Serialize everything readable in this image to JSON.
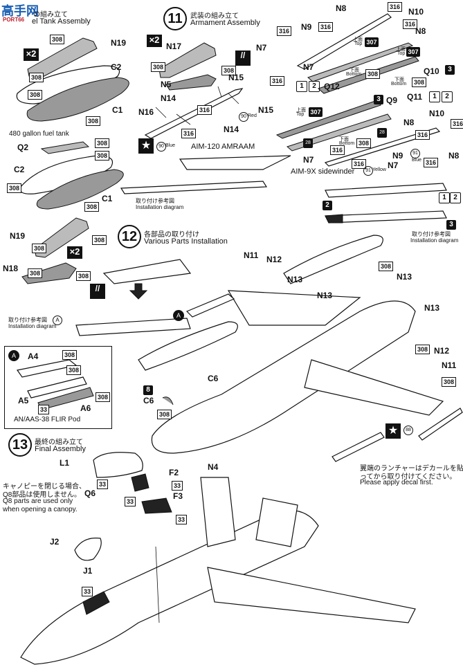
{
  "watermark": {
    "text": "高手网",
    "sub": "PORT66"
  },
  "steps": {
    "fuel": {
      "jp": "の組み立て",
      "en": "el Tank Assembly",
      "caption": "480 gallon fuel tank"
    },
    "s11": {
      "num": "11",
      "jp": "武装の組み立て",
      "en": "Armament Assembly"
    },
    "s12": {
      "num": "12",
      "jp": "各部品の取り付け",
      "en": "Various Parts Installation"
    },
    "s13": {
      "num": "13",
      "jp": "最終の組み立て",
      "en": "Final Assembly"
    }
  },
  "multipliers": {
    "x2": "×2"
  },
  "parts": {
    "N19": "N19",
    "C2": "C2",
    "C1": "C1",
    "Q2": "Q2",
    "N18": "N18",
    "N17": "N17",
    "N5": "N5",
    "N15": "N15",
    "N14": "N14",
    "N16": "N16",
    "N8": "N8",
    "N10": "N10",
    "N9": "N9",
    "N7": "N7",
    "Q10": "Q10",
    "Q12": "Q12",
    "Q9": "Q9",
    "Q11": "Q11",
    "N11": "N11",
    "N12": "N12",
    "N13": "N13",
    "A": "A",
    "A4": "A4",
    "A5": "A5",
    "A6": "A6",
    "C6": "C6",
    "L1": "L1",
    "Q6": "Q6",
    "F2": "F2",
    "F3": "F3",
    "N4": "N4",
    "J2": "J2",
    "J1": "J1"
  },
  "colors": {
    "c308": "308",
    "c316": "316",
    "c307": "307",
    "c28": "28",
    "c33": "33",
    "c8": "8",
    "c90": "90",
    "c91": "91",
    "c88": "88"
  },
  "captions": {
    "amraam": "AIM-120 AMRAAM",
    "sidewinder": "AIM-9X sidewinder",
    "install_jp": "取り付け参考図",
    "install_en": "Installation diagram",
    "flir": "AN/AAS-38 FLIR Pod",
    "top_jp": "上面",
    "top_en": "Top",
    "bottom_jp": "下面",
    "bottom_en": "Bottom",
    "red": "Red",
    "blue": "Blue",
    "yellow": "Yellow",
    "canopy_jp1": "キャノピーを閉じる場合、",
    "canopy_jp2": "Q8部品は使用しません。",
    "canopy_en1": "Q8 parts are used only",
    "canopy_en2": "when opening a canopy.",
    "launcher_jp1": "翼端のランチャーはデカールを貼",
    "launcher_jp2": "ってから取り付けてください。",
    "launcher_en": "Please apply decal first."
  },
  "circled": {
    "one": "1",
    "two": "2",
    "three": "3"
  }
}
